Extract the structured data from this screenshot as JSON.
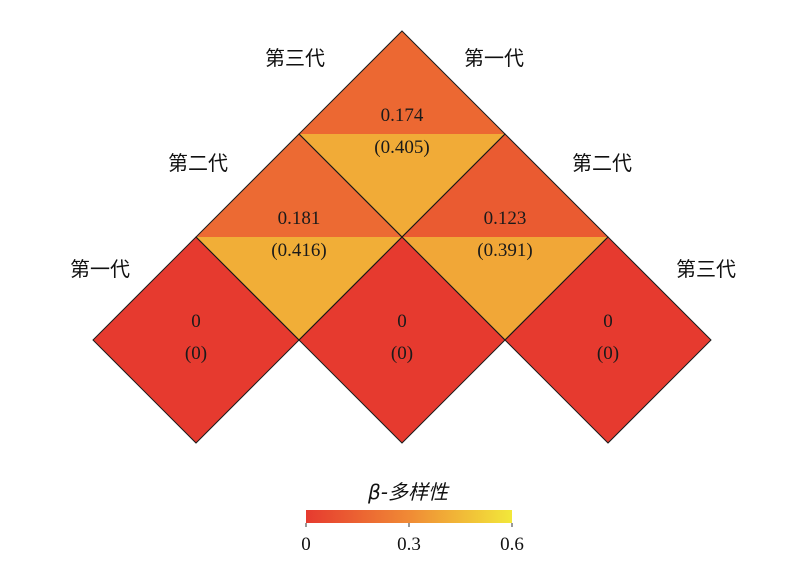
{
  "chart_data": {
    "type": "heatmap",
    "layout": "triangular-pairwise",
    "generations": [
      "第一代",
      "第二代",
      "第三代"
    ],
    "corner_labels": {
      "left_side": [
        "第一代",
        "第二代",
        "第三代"
      ],
      "right_side": [
        "第一代",
        "第二代",
        "第三代"
      ]
    },
    "cells": [
      {
        "row": 0,
        "col": 0,
        "upper": 0,
        "lower": 0,
        "upper_label": "0",
        "lower_label": "(0)"
      },
      {
        "row": 1,
        "col": 1,
        "upper": 0,
        "lower": 0,
        "upper_label": "0",
        "lower_label": "(0)"
      },
      {
        "row": 2,
        "col": 2,
        "upper": 0,
        "lower": 0,
        "upper_label": "0",
        "lower_label": "(0)"
      },
      {
        "row": 0,
        "col": 1,
        "upper": 0.181,
        "lower": 0.416,
        "upper_label": "0.181",
        "lower_label": "(0.416)"
      },
      {
        "row": 1,
        "col": 2,
        "upper": 0.123,
        "lower": 0.391,
        "upper_label": "0.123",
        "lower_label": "(0.391)"
      },
      {
        "row": 0,
        "col": 2,
        "upper": 0.174,
        "lower": 0.405,
        "upper_label": "0.174",
        "lower_label": "(0.405)"
      }
    ],
    "colorbar": {
      "title": "β-多样性",
      "range": [
        0,
        0.6
      ],
      "ticks": [
        0,
        0.3,
        0.6
      ],
      "tick_labels": [
        "0",
        "0.3",
        "0.6"
      ],
      "colors": [
        "#e63a2f",
        "#f08a35",
        "#f2e83a"
      ]
    }
  }
}
